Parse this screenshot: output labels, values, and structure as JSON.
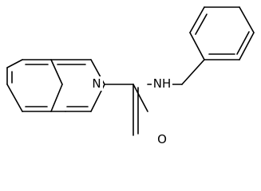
{
  "molecule": {
    "atoms": {
      "ring_nitrogen": "N",
      "amide_nh": "NH",
      "carbonyl_oxygen": "O"
    }
  }
}
